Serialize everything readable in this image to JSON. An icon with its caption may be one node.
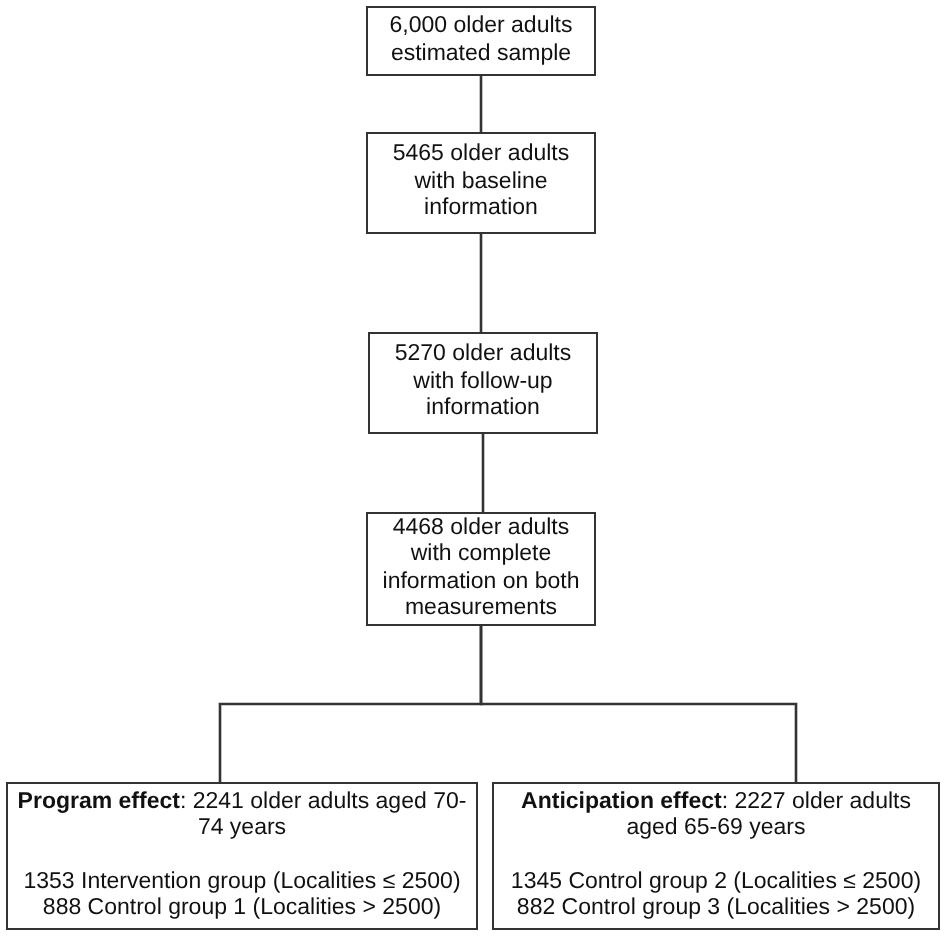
{
  "diagram": {
    "nodes": [
      {
        "text": [
          "6,000 older adults estimated sample"
        ]
      },
      {
        "text": [
          "5465 older adults with baseline information"
        ]
      },
      {
        "text": [
          "5270 older adults with follow-up information"
        ]
      },
      {
        "text": [
          "4468 older adults with complete information on both measurements"
        ]
      },
      {
        "text": [
          "**Program effect**: 2241 older adults aged 70-74 years",
          "1353 Intervention group (Localities ≤ 2500)",
          "888 Control group 1 (Localities > 2500)"
        ]
      },
      {
        "text": [
          "**Anticipation effect**: 2227 older adults aged 65-69 years",
          "1345 Control group 2 (Localities ≤ 2500)",
          "882 Control group 3 (Localities > 2500)"
        ]
      }
    ],
    "edges": [
      {
        "from": 0,
        "to": 1,
        "arrow": "none"
      },
      {
        "from": 1,
        "to": 2,
        "arrow": "none"
      },
      {
        "from": 2,
        "to": 3,
        "arrow": "none"
      },
      {
        "from": 3,
        "to": 4,
        "arrow": "none"
      },
      {
        "from": 3,
        "to": 5,
        "arrow": "none"
      }
    ]
  }
}
